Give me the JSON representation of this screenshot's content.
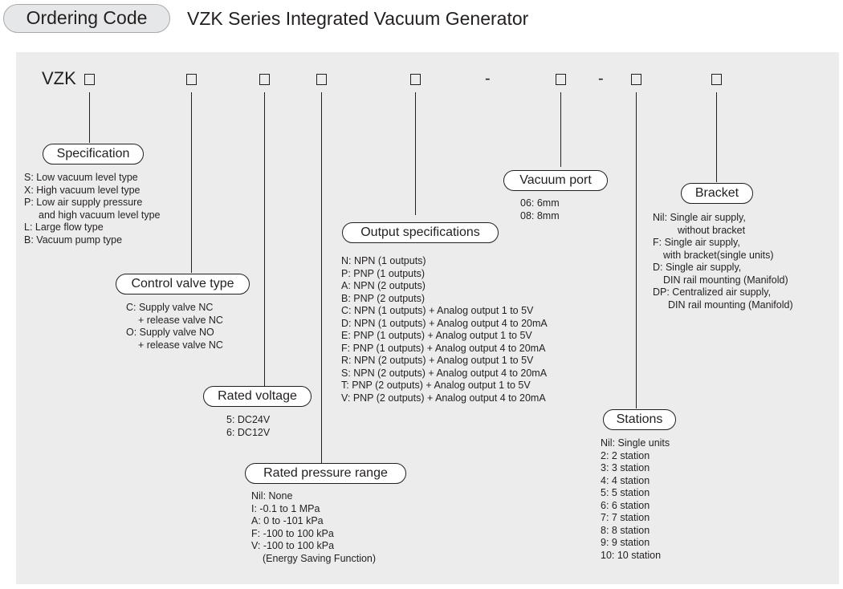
{
  "header": {
    "badge": "Ordering Code",
    "title": "VZK Series Integrated Vacuum Generator"
  },
  "code": {
    "prefix": "VZK",
    "separator": "-"
  },
  "specification": {
    "label": "Specification",
    "options": [
      "S: Low vacuum level type",
      "X: High vacuum level type",
      "P: Low air supply pressure",
      "and high vacuum level type",
      "L: Large flow type",
      "B: Vacuum pump type"
    ]
  },
  "control_valve": {
    "label": "Control valve type",
    "options": [
      "C: Supply valve NC",
      "+ release valve NC",
      "O: Supply valve NO",
      "+ release valve NC"
    ]
  },
  "rated_voltage": {
    "label": "Rated voltage",
    "options": [
      "5: DC24V",
      "6: DC12V"
    ]
  },
  "pressure_range": {
    "label": "Rated pressure range",
    "options": [
      "Nil: None",
      "I: -0.1 to 1 MPa",
      "A: 0 to -101 kPa",
      "F: -100 to 100 kPa",
      "V: -100 to 100 kPa",
      "(Energy Saving Function)"
    ]
  },
  "output": {
    "label": "Output specifications",
    "options": [
      "N: NPN (1 outputs)",
      "P: PNP (1 outputs)",
      "A: NPN (2 outputs)",
      "B: PNP (2 outputs)",
      "C: NPN (1 outputs) + Analog output 1 to 5V",
      "D: NPN (1 outputs) + Analog output 4 to 20mA",
      "E: PNP (1 outputs) + Analog output 1 to 5V",
      "F: PNP (1 outputs) + Analog output 4 to 20mA",
      "R: NPN (2 outputs) + Analog output 1 to 5V",
      "S: NPN (2 outputs) + Analog output 4 to 20mA",
      "T: PNP (2 outputs) + Analog output 1 to 5V",
      "V: PNP (2 outputs) + Analog output 4 to 20mA"
    ]
  },
  "vacuum_port": {
    "label": "Vacuum port",
    "options": [
      "06: 6mm",
      "08: 8mm"
    ]
  },
  "stations": {
    "label": "Stations",
    "options": [
      "Nil: Single units",
      "2: 2 station",
      "3: 3 station",
      "4: 4 station",
      "5: 5 station",
      "6: 6 station",
      "7: 7 station",
      "8: 8 station",
      "9: 9 station",
      "10: 10 station"
    ]
  },
  "bracket": {
    "label": "Bracket",
    "options": [
      "Nil: Single air supply,",
      "without bracket",
      "F: Single air supply,",
      "with bracket(single units)",
      "D: Single air supply,",
      "DIN rail mounting (Manifold)",
      "DP: Centralized air supply,",
      "DIN rail mounting (Manifold)"
    ]
  }
}
